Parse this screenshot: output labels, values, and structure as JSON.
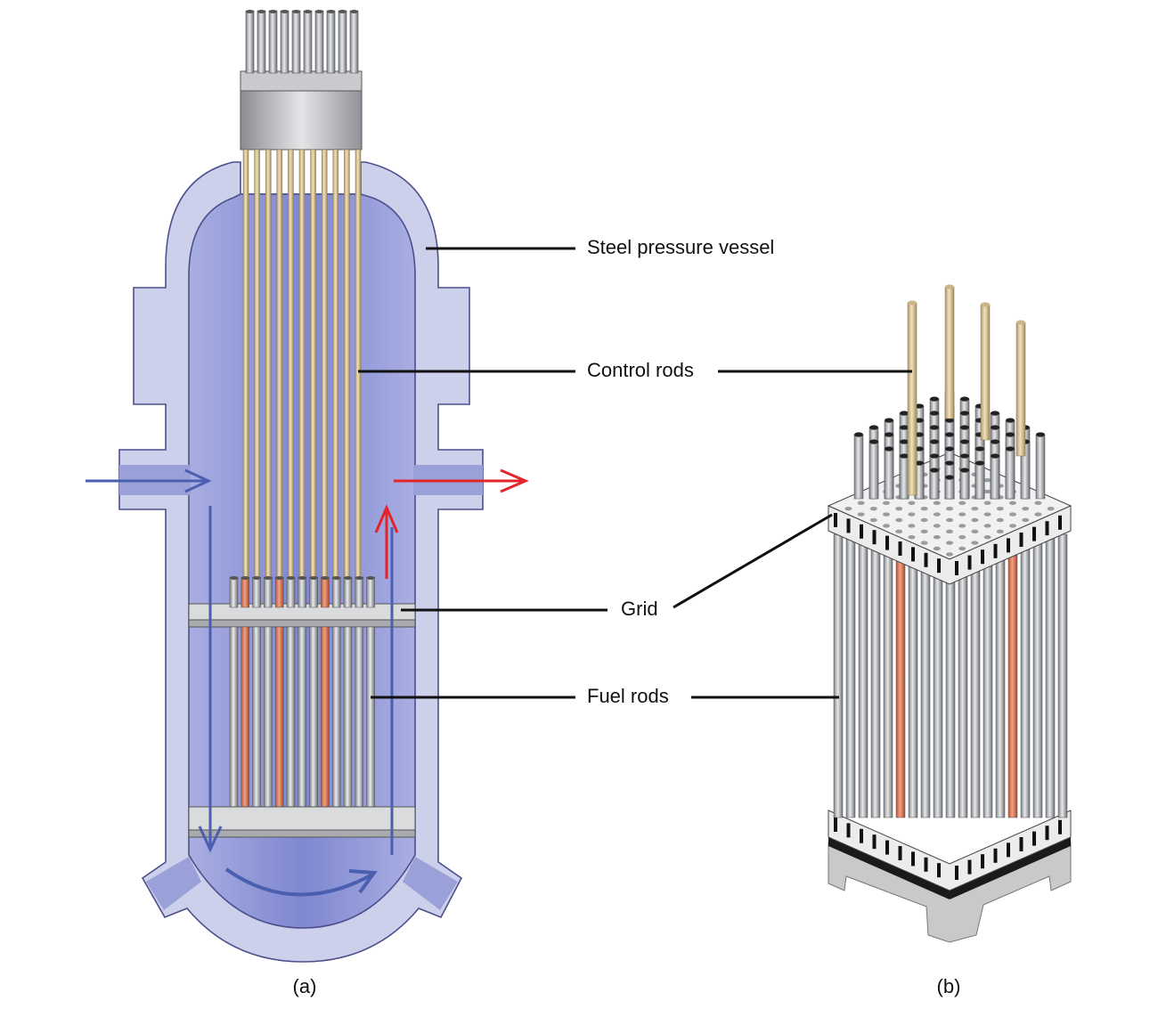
{
  "labels": {
    "steel_pressure_vessel": "Steel pressure vessel",
    "control_rods": "Control rods",
    "grid": "Grid",
    "fuel_rods": "Fuel rods"
  },
  "panels": {
    "a": "(a)",
    "b": "(b)"
  },
  "colors": {
    "vessel_wall": "#cdd0ea",
    "vessel_outline": "#4d4f8c",
    "coolant": "#8f96d8",
    "cold_flow": "#4a5fb0",
    "hot_flow": "#e3242b",
    "control_rod": "#d8c49a",
    "fuel_rod": "#a8acb2",
    "fuel_rod_active": "#e07a5a",
    "grid_plate": "#d6d7d9"
  }
}
